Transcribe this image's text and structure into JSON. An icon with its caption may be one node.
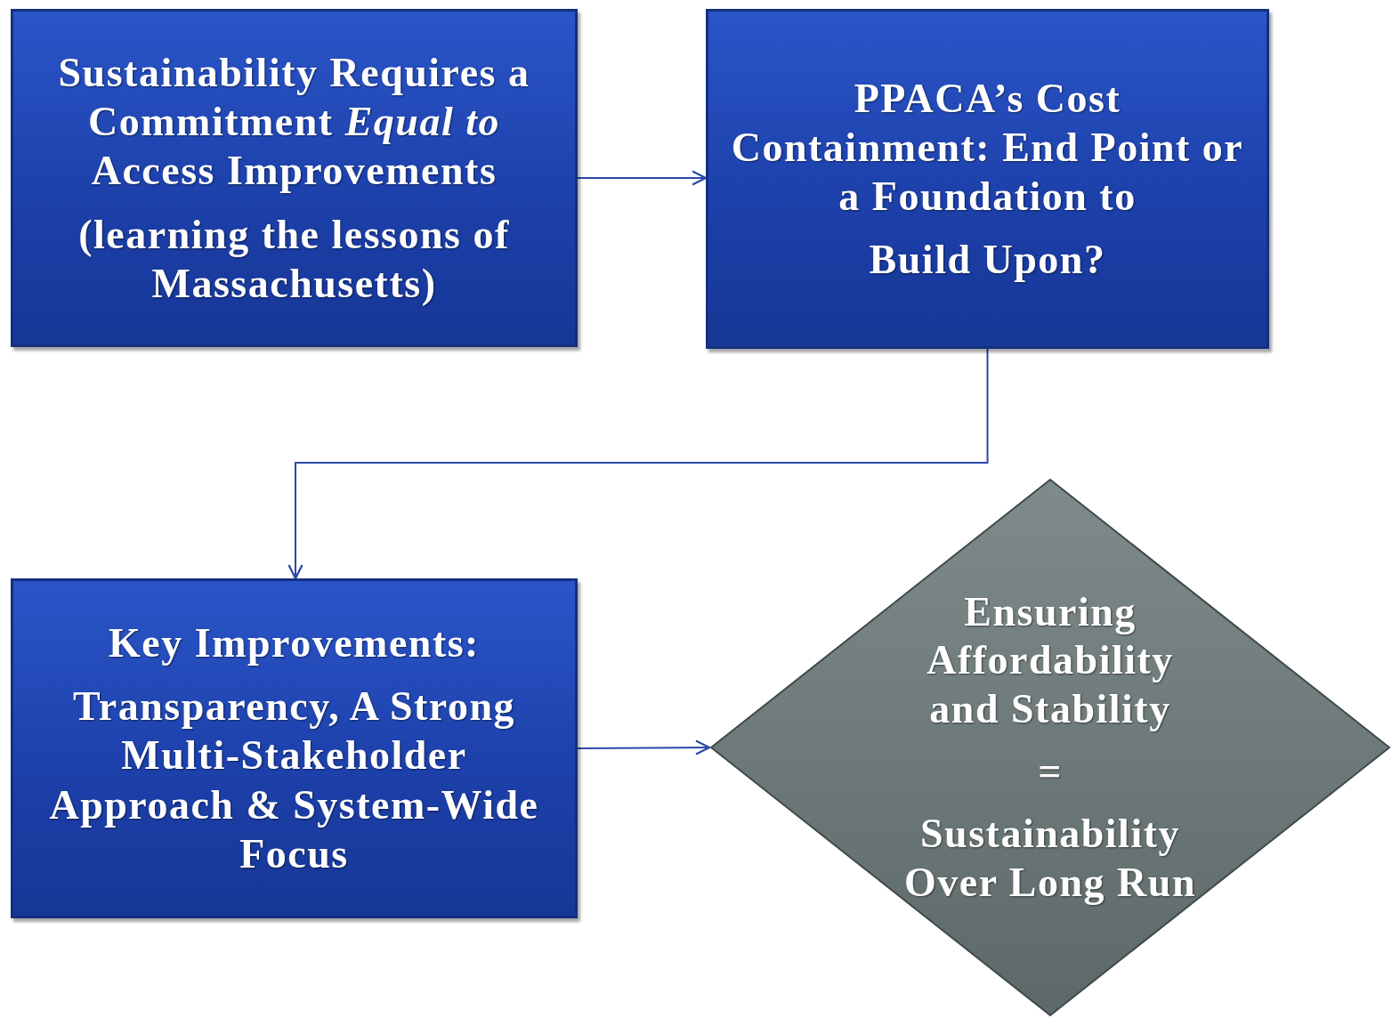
{
  "diagram": {
    "nodes": [
      {
        "text": [
          "Sustainability Requires a Commitment *Equal to* Access Improvements",
          "(learning the lessons of Massachusetts)"
        ]
      },
      {
        "text": [
          "PPACA’s Cost Containment: End Point or a Foundation to",
          "Build Upon?"
        ]
      },
      {
        "text": [
          "Key Improvements:",
          "Transparency, A Strong Multi-Stakeholder Approach & System-Wide Focus"
        ]
      },
      {
        "text": [
          "Ensuring Affordability and Stability",
          "=",
          "Sustainability Over Long Run"
        ]
      }
    ],
    "edges": [
      {
        "from": 0,
        "to": 1,
        "arrow": "to"
      },
      {
        "from": 1,
        "to": 2,
        "arrow": "to"
      },
      {
        "from": 2,
        "to": 3,
        "arrow": "to"
      }
    ]
  }
}
